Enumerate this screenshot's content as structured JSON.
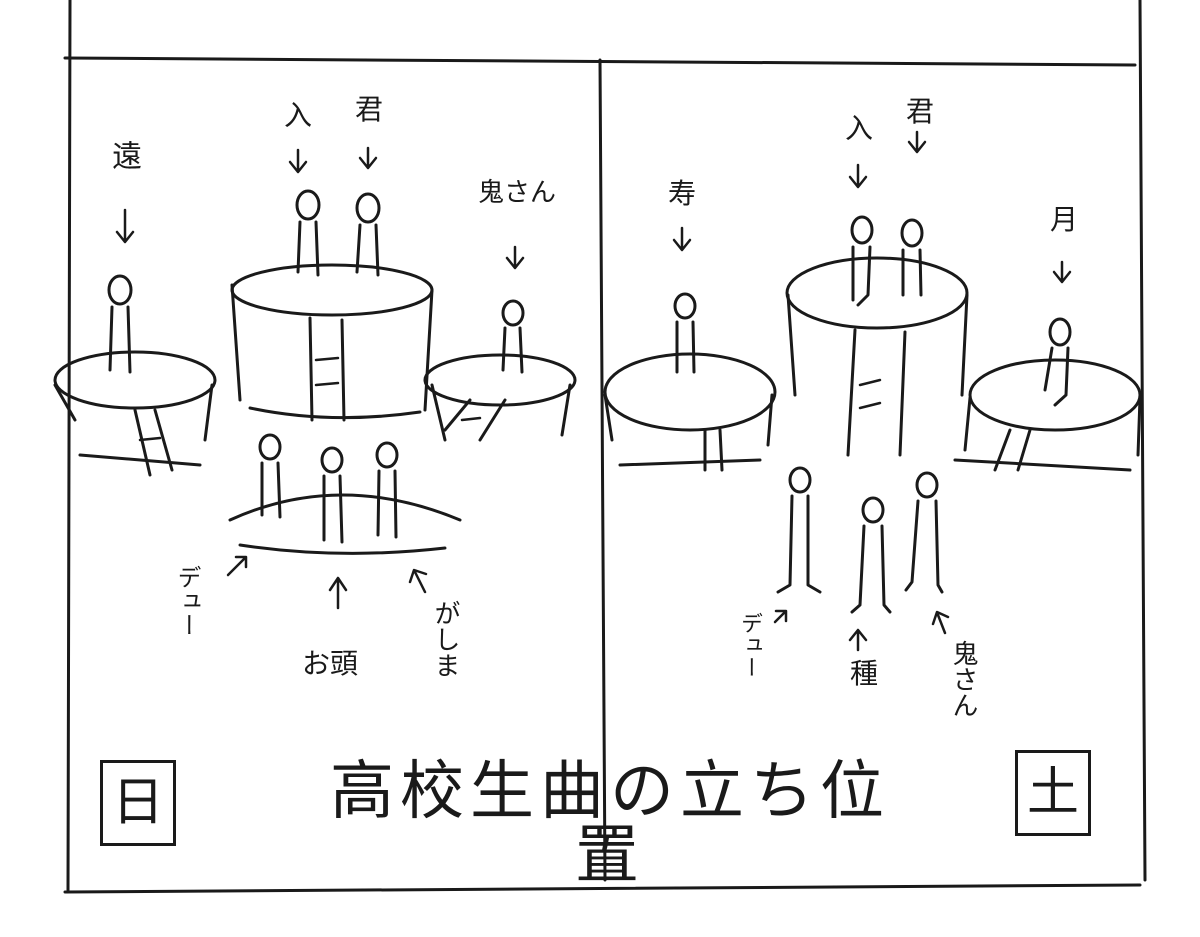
{
  "title": "高校生曲の立ち位置",
  "left_box_char": "日",
  "right_box_char": "土",
  "left_panel": {
    "labels": {
      "tooku": "遠",
      "iri": "入",
      "kimi": "君",
      "oni": "鬼さん",
      "dyu": "デュー",
      "otou": "お頭",
      "gashima": "がしま"
    }
  },
  "right_panel": {
    "labels": {
      "kotobuki": "寿",
      "iri": "入",
      "kimi": "君",
      "tsuki": "月",
      "dyu": "デュー",
      "tane": "種",
      "oni": "鬼さん"
    }
  }
}
